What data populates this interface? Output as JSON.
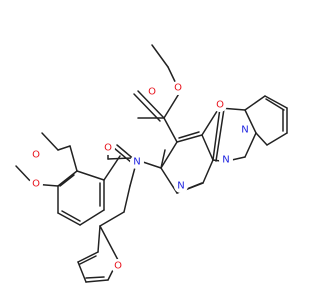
{
  "colors": {
    "bond": "#222222",
    "O": "#e8141d",
    "N": "#1f24e0",
    "background": "#ffffff"
  },
  "atoms": {
    "o_ester_top": "O",
    "o_ester_link": "O",
    "o_ketone": "O",
    "n_ring_upper": "N",
    "o_amide": "O",
    "o_methoxy_3": "O",
    "o_methoxy_4": "O",
    "n_imine": "N",
    "n_ring_1": "N",
    "n_ring_lower": "N",
    "o_furan": "O"
  }
}
